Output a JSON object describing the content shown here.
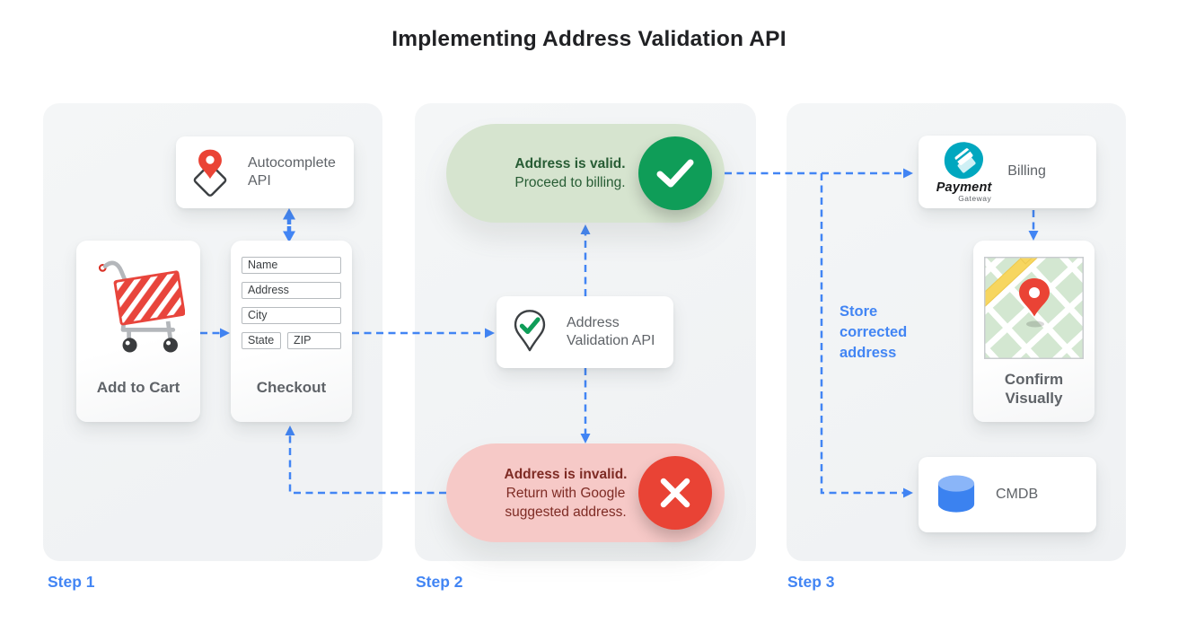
{
  "title": "Implementing Address Validation API",
  "colors": {
    "blue": "#4285F4",
    "green": "#0F9D58",
    "green-bg": "#D6E4CF",
    "green-text": "#275C34",
    "red": "#E94335",
    "red-bg": "#F6C9C7",
    "red-text": "#7E2B24",
    "panel": "#F1F3F4",
    "label-gray": "#5F6368",
    "ink": "#202124",
    "field-border": "#B7BBBF",
    "teal": "#00A7BF",
    "db-blue": "#3B82F0",
    "pin-red": "#EA4335"
  },
  "step1": {
    "label": "Step 1",
    "autocomplete_card": {
      "icon": "map-pin-diamond-icon",
      "label": "Autocomplete API"
    },
    "add_to_cart_card": {
      "icon": "shopping-cart-icon",
      "label": "Add to Cart"
    },
    "checkout_card": {
      "label": "Checkout",
      "fields": [
        "Name",
        "Address",
        "City",
        "State",
        "ZIP"
      ]
    }
  },
  "step2": {
    "label": "Step 2",
    "valid_pill": {
      "icon": "checkmark-icon",
      "title": "Address is valid.",
      "subtitle": "Proceed to billing."
    },
    "validation_card": {
      "icon": "map-pin-check-icon",
      "label": "Address Validation API"
    },
    "invalid_pill": {
      "icon": "x-icon",
      "title": "Address is invalid.",
      "subtitle": "Return with Google suggested address."
    }
  },
  "step3": {
    "label": "Step 3",
    "billing_card": {
      "icon": "payment-gateway-logo",
      "logo_title": "Payment",
      "logo_subtitle": "Gateway",
      "label": "Billing"
    },
    "confirm_card": {
      "icon": "map-image",
      "label": "Confirm Visually"
    },
    "cmdb_card": {
      "icon": "database-icon",
      "label": "CMDB"
    },
    "store_note": "Store corrected address"
  }
}
